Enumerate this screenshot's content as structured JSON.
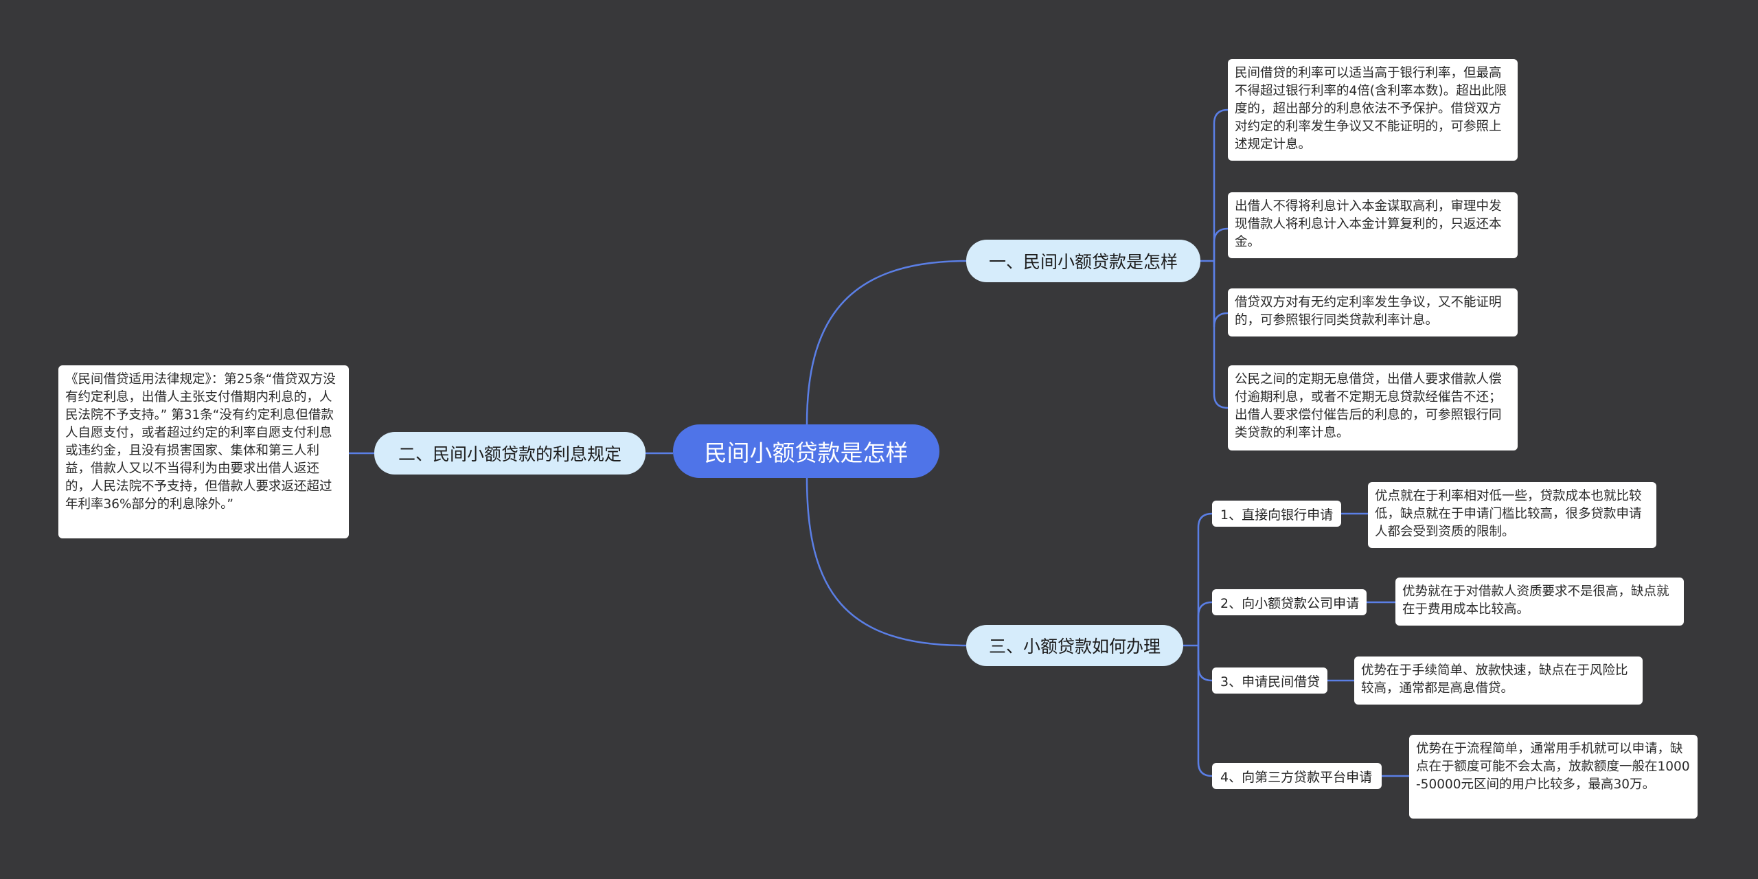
{
  "root": {
    "label": "民间小额贷款是怎样"
  },
  "branches": [
    {
      "label": "一、民间小额贷款是怎样"
    },
    {
      "label": "二、民间小额贷款的利息规定"
    },
    {
      "label": "三、小额贷款如何办理"
    }
  ],
  "b1_leaves": [
    {
      "text": "民间借贷的利率可以适当高于银行利率，但最高不得超过银行利率的4倍(含利率本数)。超出此限度的，超出部分的利息依法不予保护。借贷双方对约定的利率发生争议又不能证明的，可参照上述规定计息。"
    },
    {
      "text": "出借人不得将利息计入本金谋取高利，审理中发现借款人将利息计入本金计算复利的，只返还本金。"
    },
    {
      "text": "借贷双方对有无约定利率发生争议，又不能证明的，可参照银行同类贷款利率计息。"
    },
    {
      "text": "公民之间的定期无息借贷，出借人要求借款人偿付逾期利息，或者不定期无息贷款经催告不还；出借人要求偿付催告后的利息的，可参照银行同类贷款的利率计息。"
    }
  ],
  "b2_leaves": [
    {
      "text": "《民间借贷适用法律规定》：第25条“借贷双方没有约定利息，出借人主张支付借期内利息的，人民法院不予支持。” 第31条“没有约定利息但借款人自愿支付，或者超过约定的利率自愿支付利息或违约金，且没有损害国家、集体和第三人利益，借款人又以不当得利为由要求出借人返还的，人民法院不予支持，但借款人要求返还超过年利率36%部分的利息除外。”"
    }
  ],
  "b3_subs": [
    {
      "label": "1、直接向银行申请",
      "leaf": "优点就在于利率相对低一些，贷款成本也就比较低，缺点就在于申请门槛比较高，很多贷款申请人都会受到资质的限制。"
    },
    {
      "label": "2、向小额贷款公司申请",
      "leaf": "优势就在于对借款人资质要求不是很高，缺点就在于费用成本比较高。"
    },
    {
      "label": "3、申请民间借贷",
      "leaf": "优势在于手续简单、放款快速，缺点在于风险比较高，通常都是高息借贷。"
    },
    {
      "label": "4、向第三方贷款平台申请",
      "leaf": "优势在于流程简单，通常用手机就可以申请，缺点在于额度可能不会太高，放款额度一般在1000-50000元区间的用户比较多，最高30万。"
    }
  ],
  "colors": {
    "background": "#38383a",
    "root": "#4f74e8",
    "branch": "#d6ecfb",
    "link": "#5b7fe6"
  }
}
